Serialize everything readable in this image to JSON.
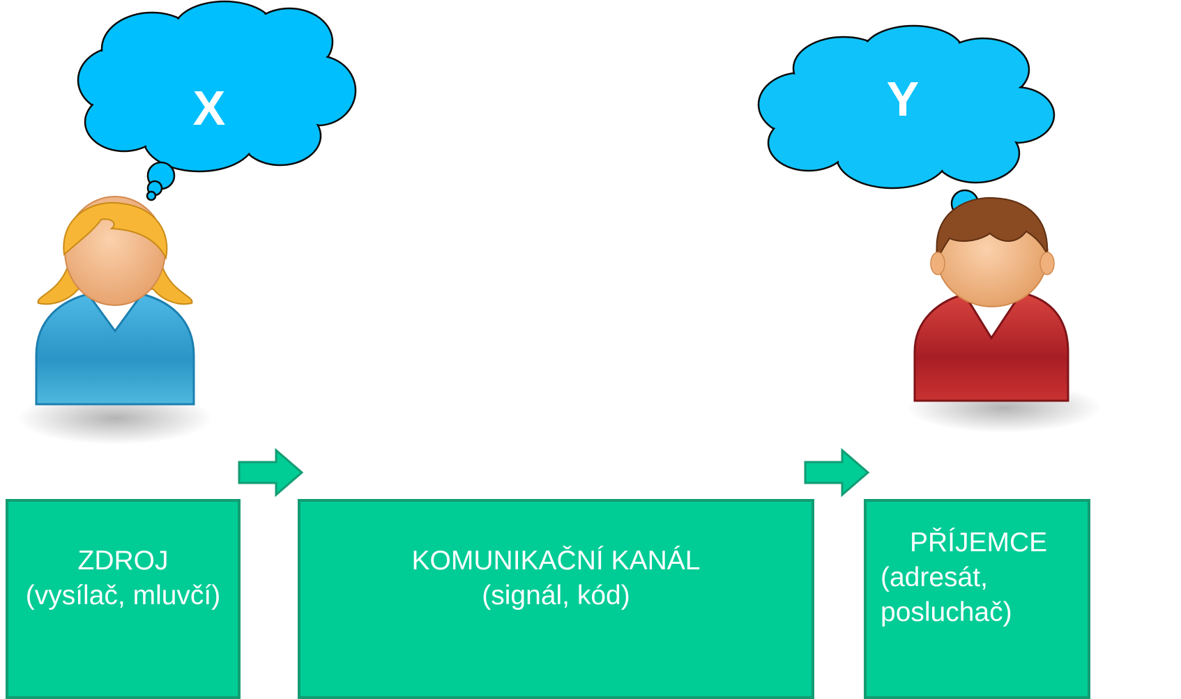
{
  "thoughts": {
    "source": "X",
    "receiver": "Y"
  },
  "people": {
    "source_icon": "woman-user-icon",
    "receiver_icon": "man-user-icon"
  },
  "boxes": {
    "source": {
      "title": "ZDROJ",
      "subtitle": "(vysílač, mluvčí)"
    },
    "channel": {
      "title": "KOMUNIKAČNÍ KANÁL",
      "subtitle": "(signál, kód)"
    },
    "receiver": {
      "title": "PŘÍJEMCE",
      "subtitle_line1": "(adresát,",
      "subtitle_line2": "posluchač)"
    }
  },
  "colors": {
    "box_fill": "#00cc96",
    "box_border": "#139c72",
    "cloud_fill": "#00bfff",
    "source_shirt": "#2e9fd0",
    "receiver_shirt": "#b8262b"
  }
}
